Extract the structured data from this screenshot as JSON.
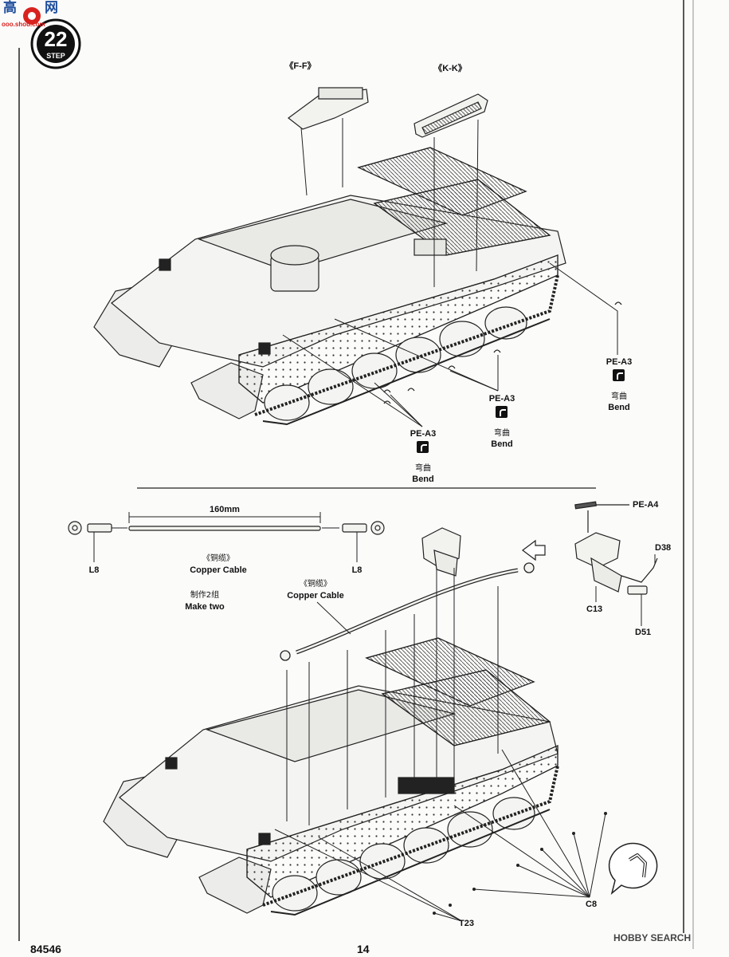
{
  "watermark": {
    "site": "ooo.shou.com"
  },
  "step": {
    "number": "22",
    "label": "STEP"
  },
  "top": {
    "ff": "《F-F》",
    "kk": "《K-K》",
    "pe_a3": "PE-A3",
    "bend_cn": "弯曲",
    "bend_en": "Bend"
  },
  "bottom": {
    "dimension": "160mm",
    "l8": "L8",
    "cable_cn": "《铜缆》",
    "cable_en": "Copper Cable",
    "make_two_cn": "制作2组",
    "make_two_en": "Make two",
    "pe_a4": "PE-A4",
    "d38": "D38",
    "c13": "C13",
    "d51": "D51",
    "c8": "C8",
    "t23": "T23"
  },
  "footer": {
    "product_code": "84546",
    "page_number": "14",
    "brand": "HOBBY SEARCH"
  },
  "colors": {
    "ink": "#1a1a1a",
    "paper": "#fbfbfa",
    "logo_red": "#d8231f",
    "logo_blue": "#1f4e9c"
  }
}
